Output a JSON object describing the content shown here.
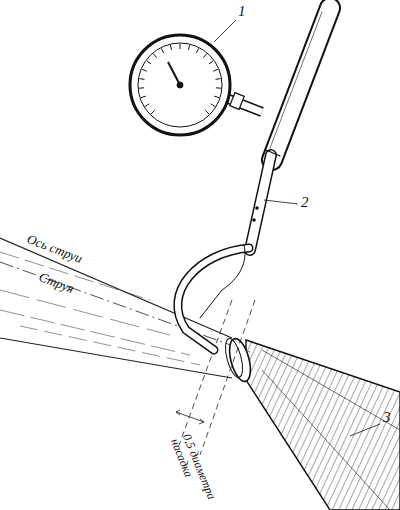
{
  "diagram": {
    "labels": [
      "1",
      "2",
      "3",
      "Ось струи",
      "Струя",
      "0,5 диаметра насадка"
    ]
  }
}
